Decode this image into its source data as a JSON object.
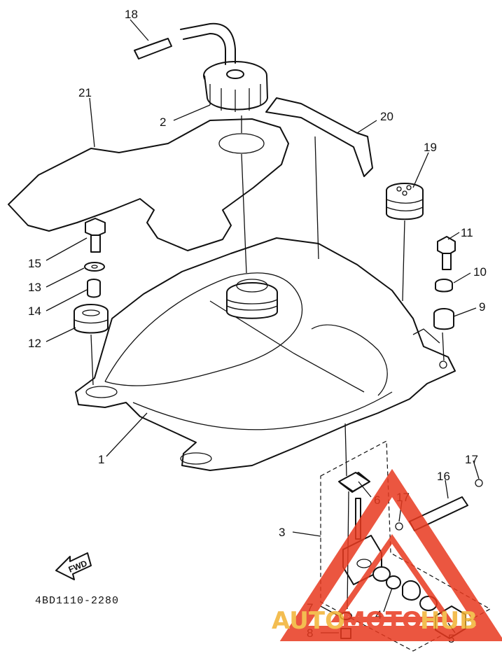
{
  "callouts": {
    "c1": "1",
    "c2": "2",
    "c3": "3",
    "c4": "4",
    "c5": "5",
    "c6": "6",
    "c7": "7",
    "c8": "8",
    "c9": "9",
    "c10": "10",
    "c11": "11",
    "c12": "12",
    "c13": "13",
    "c14": "14",
    "c15": "15",
    "c16": "16",
    "c17a": "17",
    "c17b": "17",
    "c18": "18",
    "c19": "19",
    "c20": "20",
    "c21": "21"
  },
  "fwd_label": "FWD",
  "part_number": "4BD1110-2280",
  "watermark": {
    "text_a": "AUTO",
    "text_b": "MOTO",
    "text_c": "HUB",
    "color": "#e8391f",
    "text_color": "#f2b233"
  }
}
